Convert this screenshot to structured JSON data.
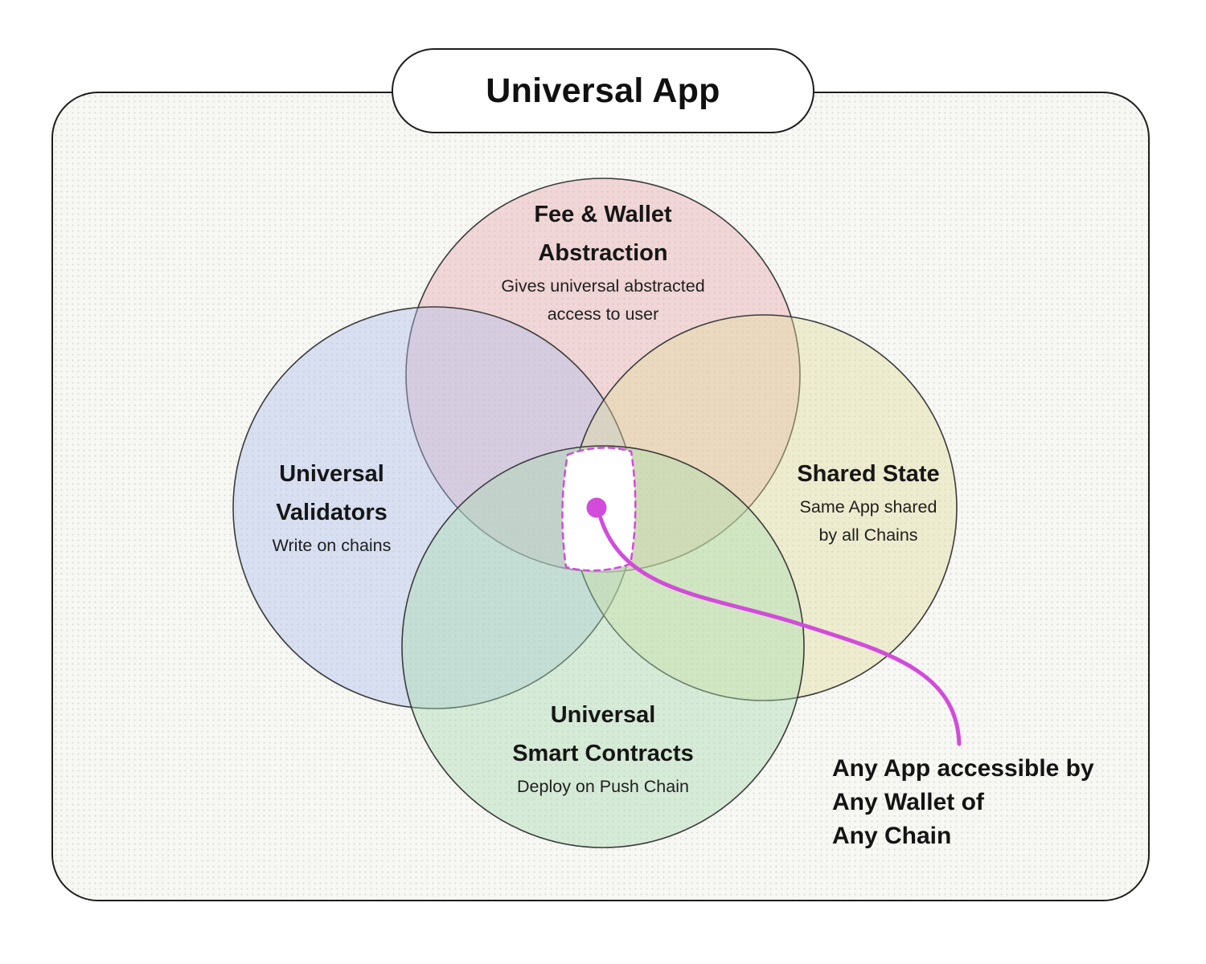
{
  "title": "Universal App",
  "accent": "#d24bdb",
  "panel": {
    "background": "#f7f7f4",
    "border_color": "#1e1e1e"
  },
  "venn": {
    "top": {
      "title": [
        "Fee & Wallet",
        "Abstraction"
      ],
      "subtitle": [
        "Gives universal abstracted",
        "access to user"
      ],
      "color": "#e9a9ae"
    },
    "left": {
      "title": [
        "Universal",
        "Validators"
      ],
      "subtitle": [
        "Write on chains"
      ],
      "color": "#aebfed"
    },
    "right": {
      "title": [
        "Shared State"
      ],
      "subtitle": [
        "Same App shared",
        "by all Chains"
      ],
      "color": "#e0dd9a"
    },
    "bottom": {
      "title": [
        "Universal",
        "Smart Contracts"
      ],
      "subtitle": [
        "Deploy on Push Chain"
      ],
      "color": "#a9dcae"
    }
  },
  "annotation": {
    "lines": [
      "Any App accessible by",
      "Any Wallet of",
      "Any Chain"
    ]
  }
}
